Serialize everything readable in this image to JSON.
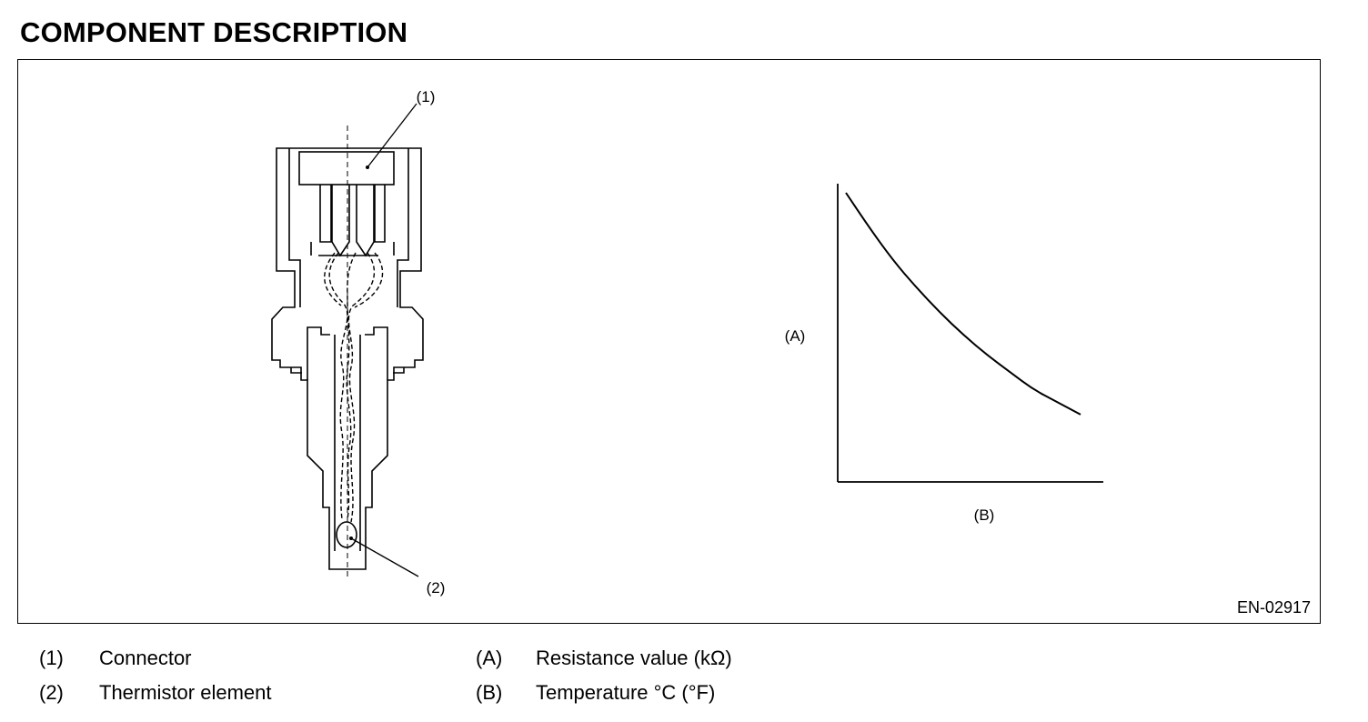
{
  "heading": "COMPONENT DESCRIPTION",
  "figure": {
    "id": "EN-02917",
    "callouts": {
      "one": "(1)",
      "two": "(2)"
    },
    "graph": {
      "y_label": "(A)",
      "x_label": "(B)"
    }
  },
  "legend": {
    "left": [
      {
        "key": "(1)",
        "text": "Connector"
      },
      {
        "key": "(2)",
        "text": "Thermistor element"
      }
    ],
    "right": [
      {
        "key": "(A)",
        "text": "Resistance value (kΩ)"
      },
      {
        "key": "(B)",
        "text": "Temperature °C (°F)"
      }
    ]
  },
  "chart_data": {
    "type": "line",
    "title": "",
    "xlabel": "(B)",
    "ylabel": "(A)",
    "series": [
      {
        "x": [
          0,
          0.1,
          0.2,
          0.3,
          0.4,
          0.5,
          0.6,
          0.7,
          0.8,
          0.9,
          1.0
        ],
        "y": [
          1.0,
          0.86,
          0.73,
          0.62,
          0.52,
          0.43,
          0.35,
          0.28,
          0.21,
          0.16,
          0.11
        ]
      }
    ],
    "grid": false
  }
}
